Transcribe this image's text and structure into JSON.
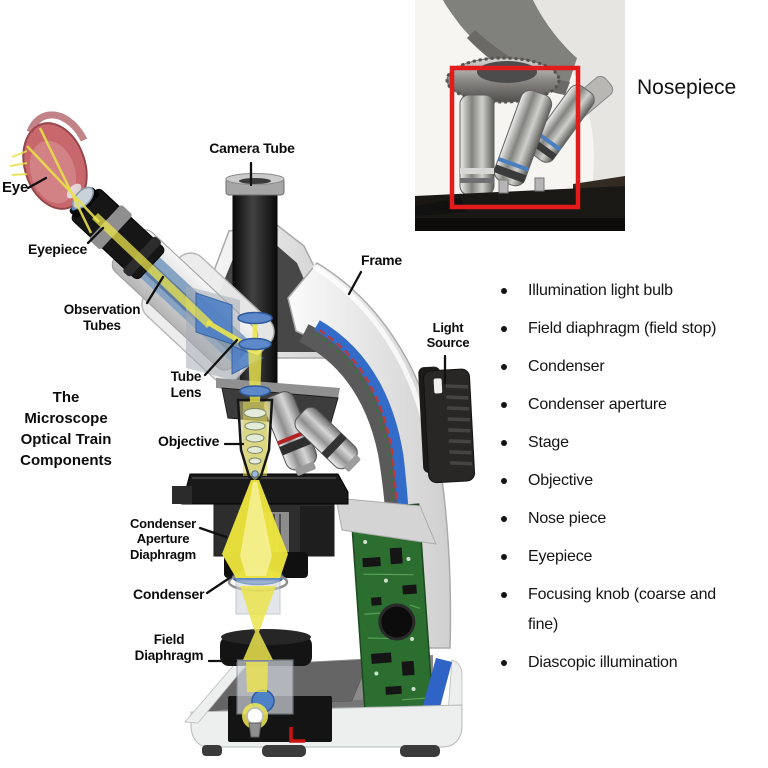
{
  "diagram": {
    "title": "The Microscope Optical Train Components",
    "labels": {
      "eye": "Eye",
      "eyepiece": "Eyepiece",
      "observation_tubes": "Observation Tubes",
      "camera_tube": "Camera Tube",
      "frame": "Frame",
      "light_source": "Light Source",
      "tube_lens": "Tube Lens",
      "objective": "Objective",
      "condenser_aperture_diaphragm": "Condenser Aperture Diaphragm",
      "condenser": "Condenser",
      "field_diaphragm": "Field Diaphragm"
    }
  },
  "inset_photo": {
    "label": "Nosepiece",
    "highlight_color": "#e31b1b"
  },
  "component_list": {
    "items": [
      "Illumination light bulb",
      "Field diaphragm (field stop)",
      "Condenser",
      "Condenser aperture",
      "Stage",
      "Objective",
      "Nose piece",
      "Eyepiece",
      "Focusing knob (coarse and fine)",
      "Diascopic illumination"
    ]
  },
  "colors": {
    "beam_yellow": "#ece54e",
    "lens_blue": "#4f81c7",
    "pcb_green": "#2c6e30",
    "highlight_red": "#e31b1b",
    "text": "#000000",
    "background": "#ffffff"
  }
}
